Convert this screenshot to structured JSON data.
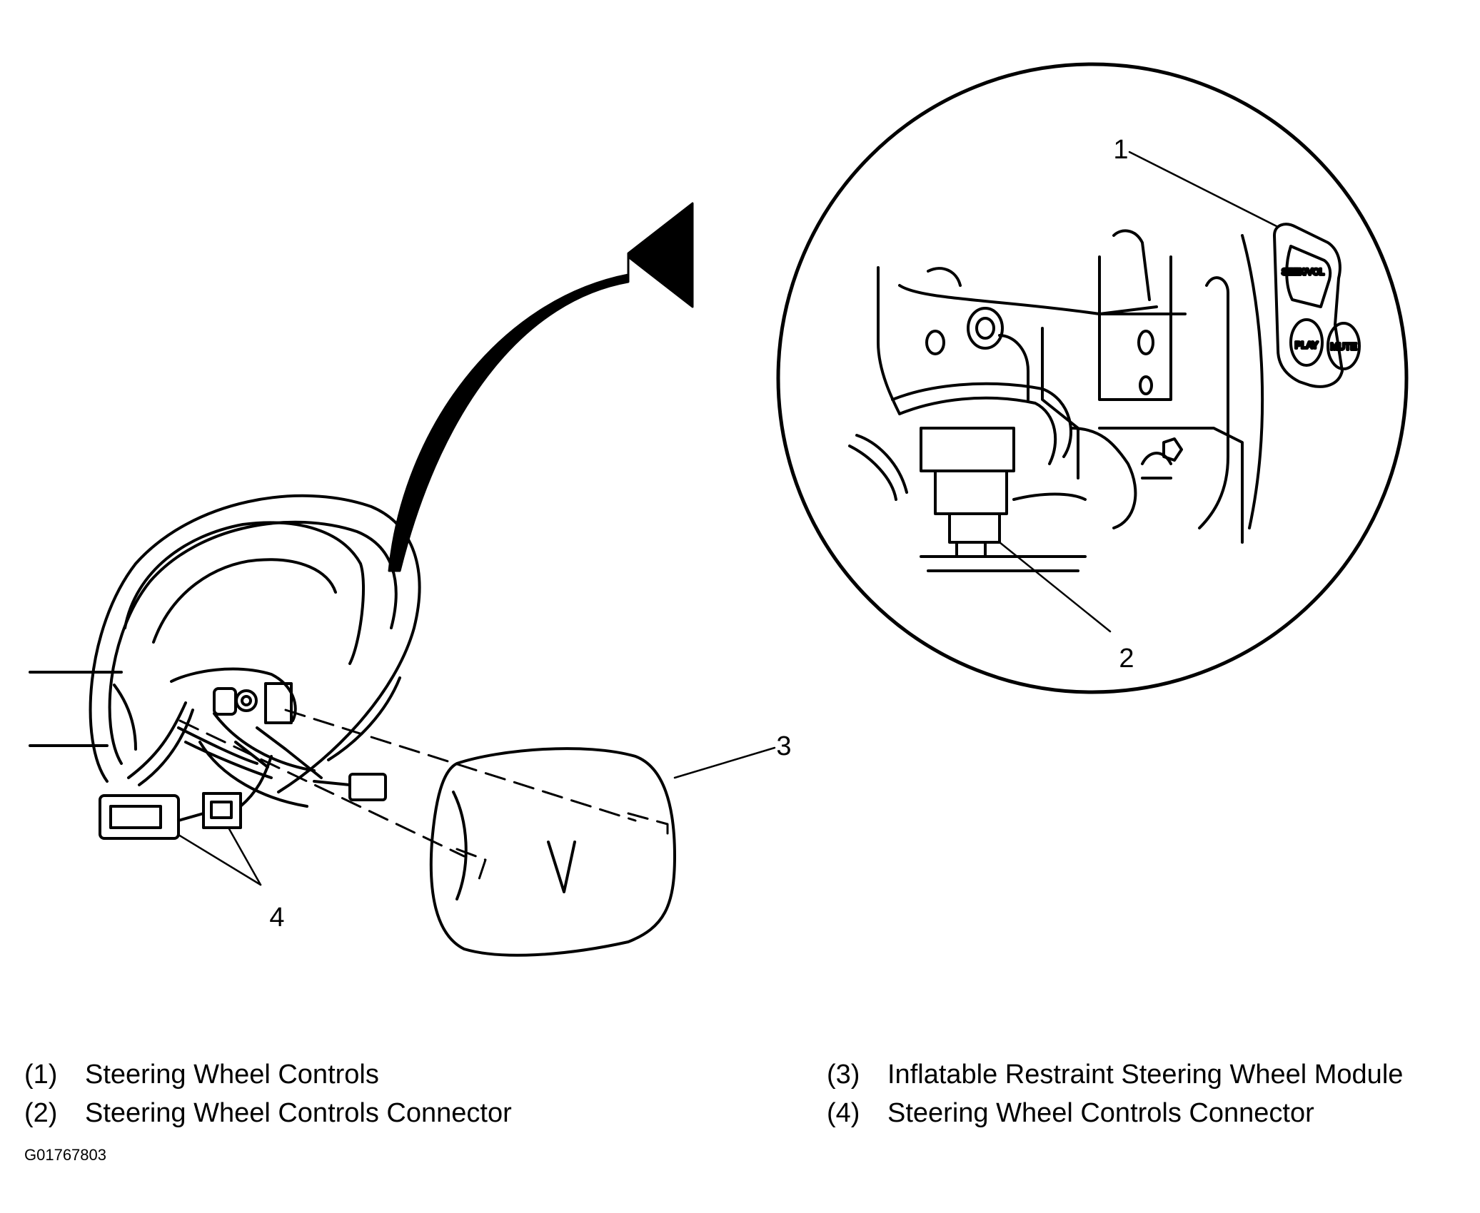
{
  "callouts": [
    "1",
    "2",
    "3",
    "4"
  ],
  "switch_labels": [
    "SEEK/VOL",
    "PLAY",
    "MUTE"
  ],
  "legend": [
    {
      "num": "(1)",
      "text": "Steering Wheel Controls"
    },
    {
      "num": "(2)",
      "text": "Steering Wheel Controls Connector"
    },
    {
      "num": "(3)",
      "text": "Inflatable Restraint Steering Wheel Module"
    },
    {
      "num": "(4)",
      "text": "Steering Wheel Controls Connector"
    }
  ],
  "figure_id": "G01767803"
}
